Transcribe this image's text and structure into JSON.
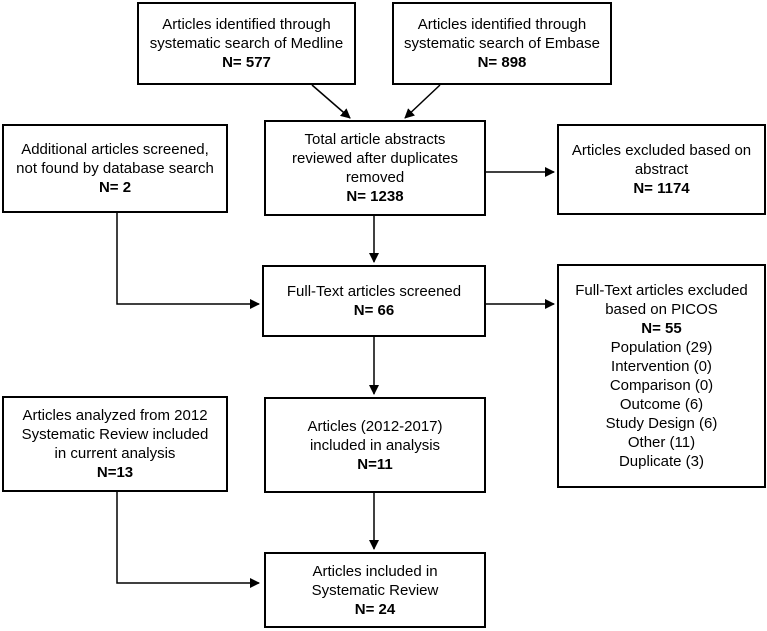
{
  "boxes": {
    "medline": {
      "lines": [
        "Articles identified through",
        "systematic search of Medline"
      ],
      "n": "N= 577"
    },
    "embase": {
      "lines": [
        "Articles identified",
        "through",
        "systematic search of Embase"
      ],
      "n": "N= 898"
    },
    "additional": {
      "lines": [
        "Additional articles screened,",
        "not found by database search"
      ],
      "n": "N= 2"
    },
    "total": {
      "lines": [
        "Total article abstracts",
        "reviewed after duplicates",
        "removed"
      ],
      "n": "N= 1238"
    },
    "excluded_abstract": {
      "lines": [
        "Articles excluded based on",
        "abstract"
      ],
      "n": "N= 1174"
    },
    "fulltext_screened": {
      "lines": [
        "Full-Text articles screened"
      ],
      "n": "N= 66"
    },
    "fulltext_excluded": {
      "lines": [
        "Full-Text articles excluded",
        "based on PICOS"
      ],
      "n": "N= 55",
      "reasons": [
        "Population (29)",
        "Intervention (0)",
        "Comparison (0)",
        "Outcome (6)",
        "Study Design (6)",
        "Other (11)",
        "Duplicate (3)"
      ]
    },
    "prior_review": {
      "lines": [
        "Articles analyzed from 2012",
        "Systematic Review included",
        "in current analysis"
      ],
      "n": "N=13"
    },
    "included_analysis": {
      "lines": [
        "Articles (2012-2017)",
        "included in analysis"
      ],
      "n": "N=11"
    },
    "included_review": {
      "lines": [
        "Articles included in",
        "Systematic Review"
      ],
      "n": "N= 24"
    }
  }
}
